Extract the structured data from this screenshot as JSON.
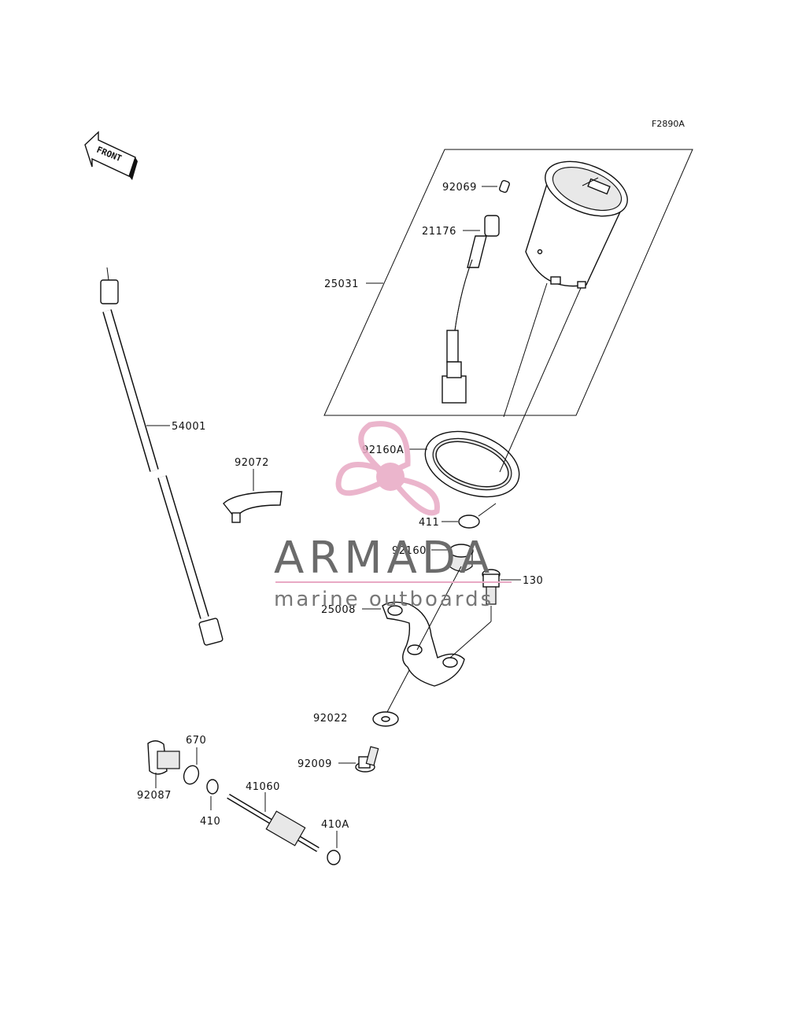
{
  "diagram_code": "F2890A",
  "front_label": "FRONT",
  "parts": [
    {
      "id": "p92069",
      "number": "92069"
    },
    {
      "id": "p21176",
      "number": "21176"
    },
    {
      "id": "p25031",
      "number": "25031"
    },
    {
      "id": "p54001",
      "number": "54001"
    },
    {
      "id": "p92072",
      "number": "92072"
    },
    {
      "id": "p92160A",
      "number": "92160A"
    },
    {
      "id": "p411",
      "number": "411"
    },
    {
      "id": "p92160",
      "number": "92160"
    },
    {
      "id": "p130",
      "number": "130"
    },
    {
      "id": "p25008",
      "number": "25008"
    },
    {
      "id": "p92022",
      "number": "92022"
    },
    {
      "id": "p92009",
      "number": "92009"
    },
    {
      "id": "p670",
      "number": "670"
    },
    {
      "id": "p92087",
      "number": "92087"
    },
    {
      "id": "p41060",
      "number": "41060"
    },
    {
      "id": "p410",
      "number": "410"
    },
    {
      "id": "p410A",
      "number": "410A"
    }
  ],
  "watermark": {
    "title": "ARMADA",
    "subtitle": "marine outboards",
    "logo_icon": "propeller-icon",
    "logo_color": "#e8a9c4",
    "line_color": "#e8a9c4"
  }
}
